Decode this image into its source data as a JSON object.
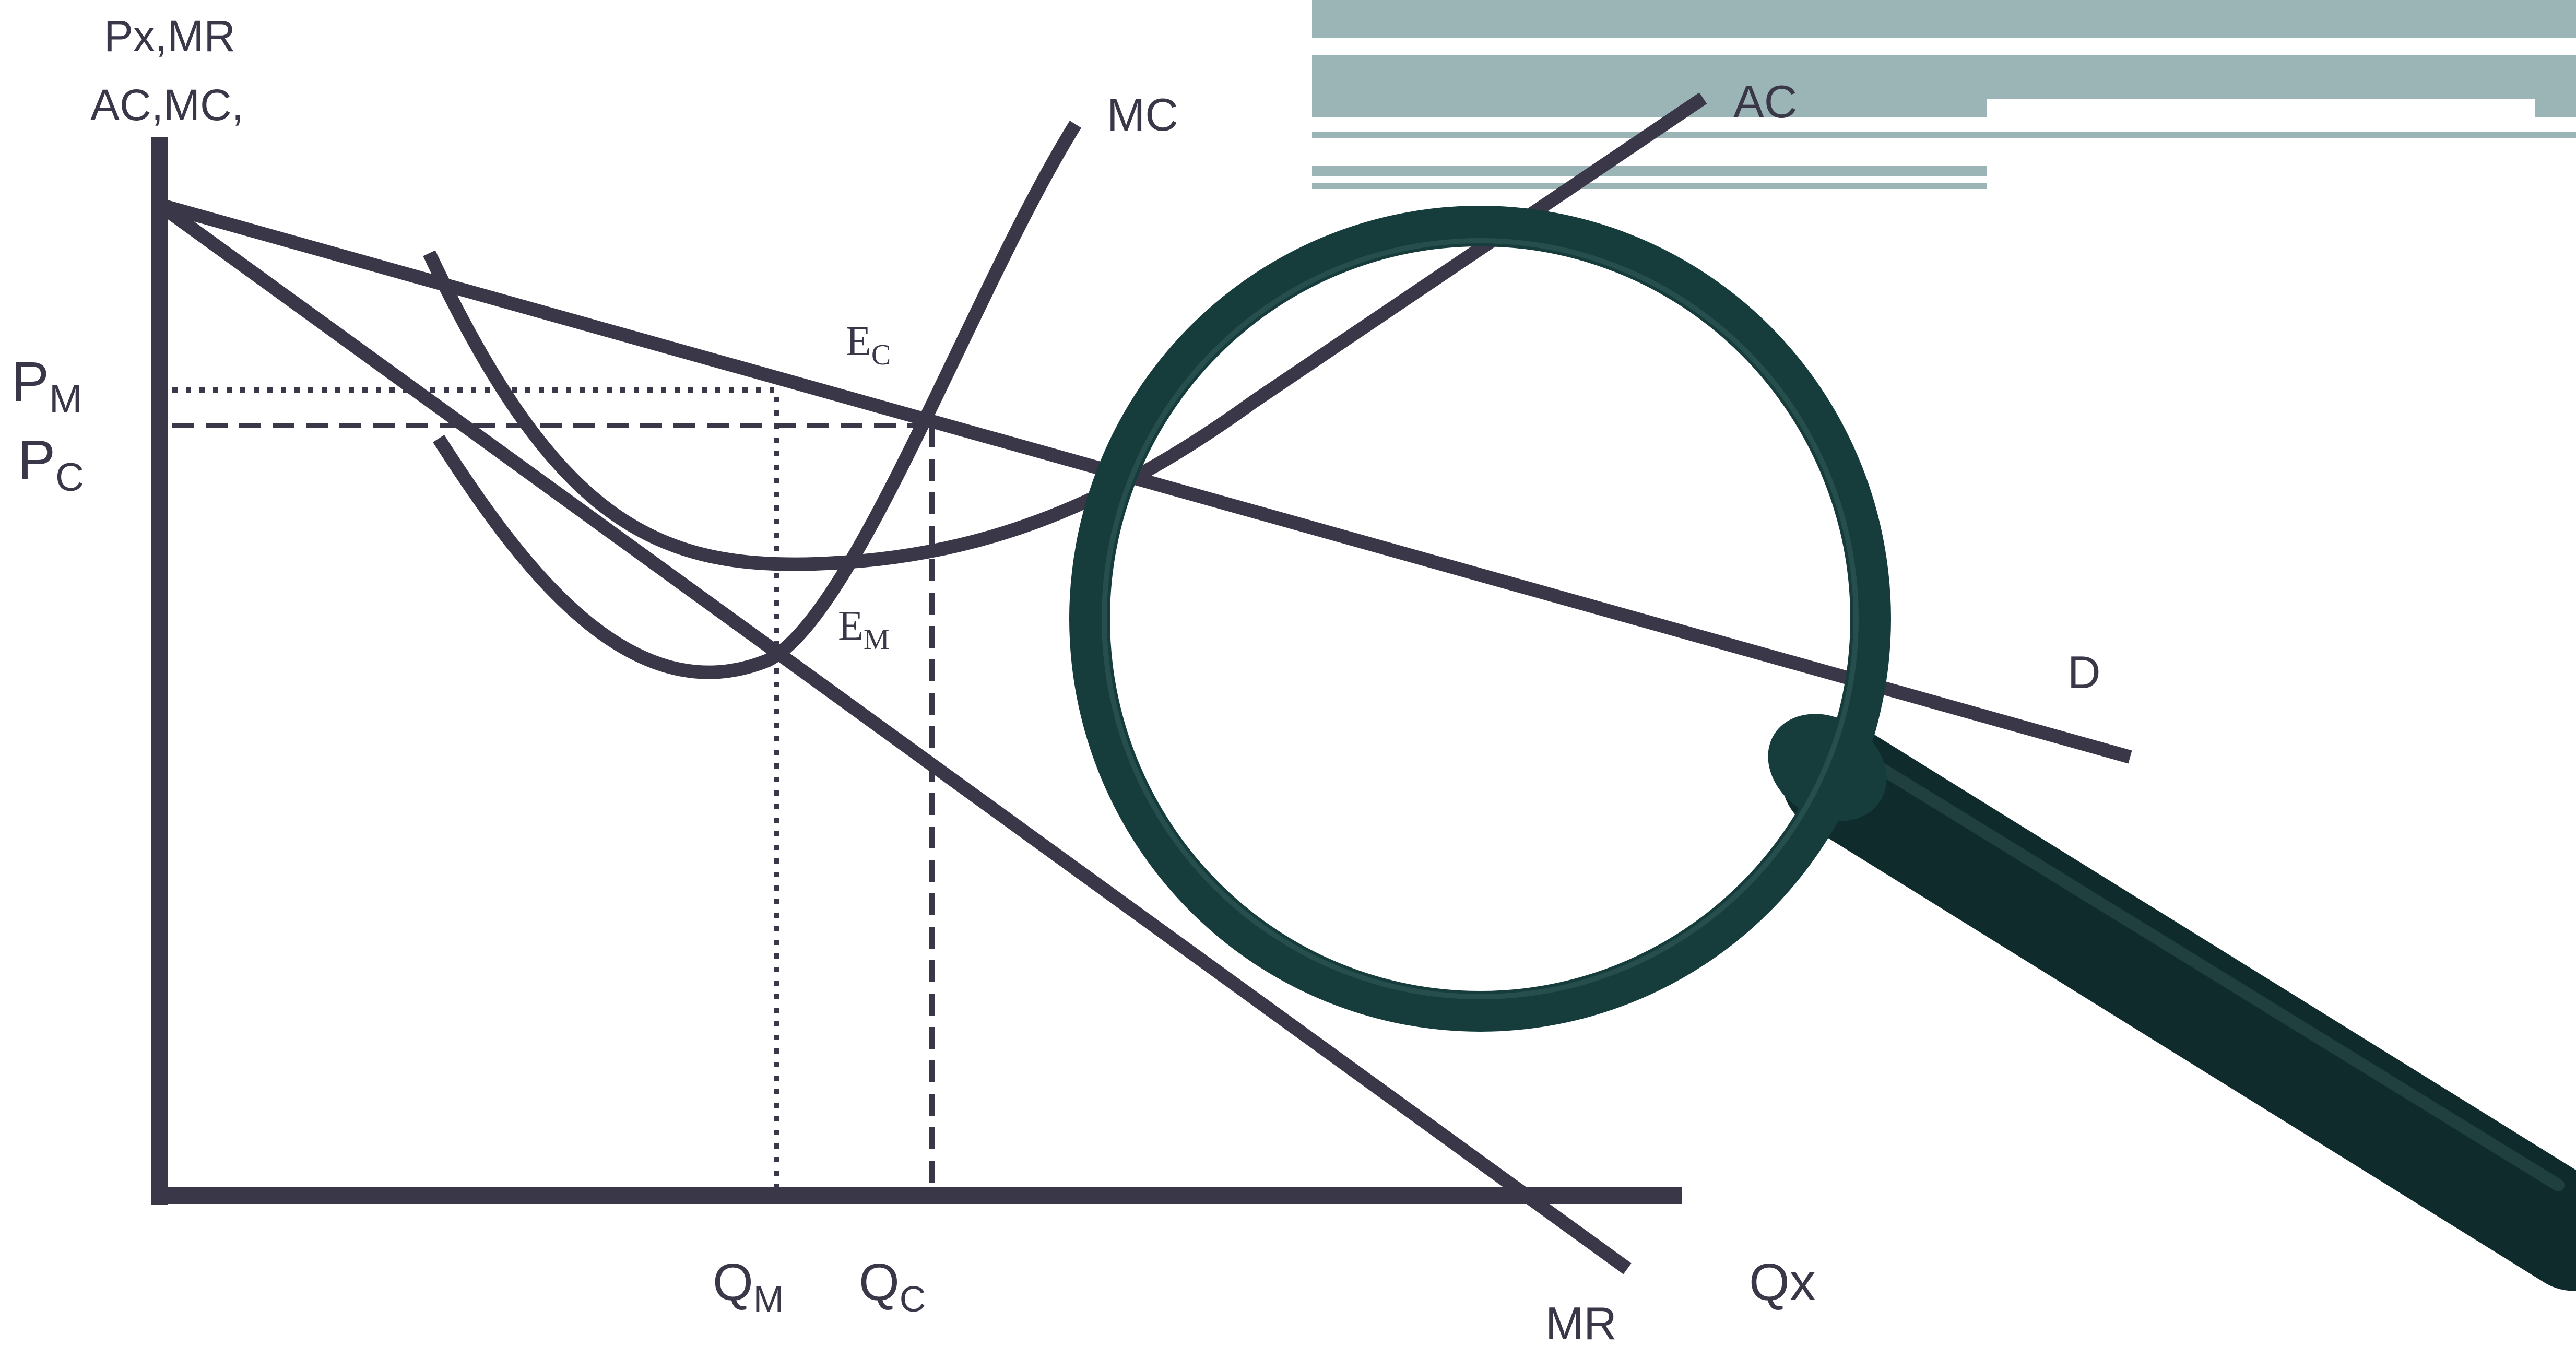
{
  "axes": {
    "y_label_line1": "Px,MR",
    "y_label_line2": "AC,MC,",
    "x_label": "Qx"
  },
  "curves": {
    "mc": "MC",
    "ac": "AC",
    "d": "D",
    "mr": "MR"
  },
  "points": {
    "ec_base": "E",
    "ec_sub": "C",
    "em_base": "E",
    "em_sub": "M"
  },
  "prices": {
    "pm_base": "P",
    "pm_sub": "M",
    "pc_base": "P",
    "pc_sub": "C"
  },
  "quantities": {
    "qm_base": "Q",
    "qm_sub": "M",
    "qc_base": "Q",
    "qc_sub": "C"
  },
  "colors": {
    "ink": "#3a3848",
    "lens": "#163c3c",
    "handle": "#0f2b2b",
    "banner": "#9bb5b6"
  }
}
